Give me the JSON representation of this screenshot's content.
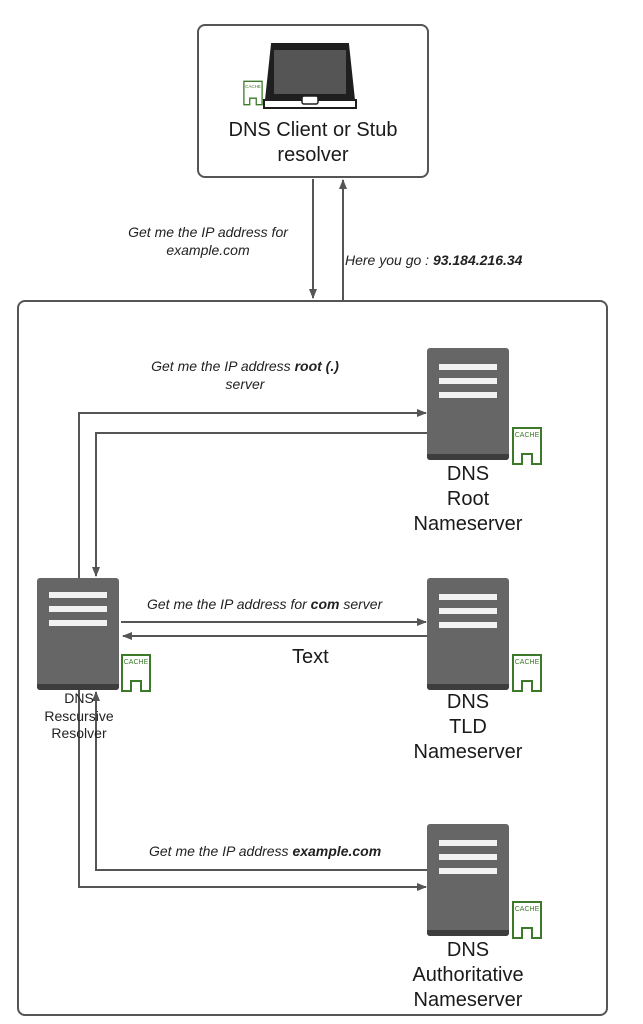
{
  "client": {
    "title_line1": "DNS Client or Stub",
    "title_line2": "resolver",
    "cache_label": "CACHE"
  },
  "messages": {
    "request_line1": "Get me the IP address for",
    "request_line2": "example.com",
    "response_prefix": "Here you go : ",
    "response_ip": "93.184.216.34"
  },
  "root_query": {
    "prefix": "Get me the IP address ",
    "bold": "root (.)",
    "line2": "server"
  },
  "tld_query": {
    "prefix": "Get me the IP address for ",
    "bold": "com",
    "suffix": " server",
    "reply": "Text"
  },
  "auth_query": {
    "prefix": "Get me the IP address ",
    "bold": "example.com"
  },
  "resolver": {
    "line1": "DNS",
    "line2": "Rescursive",
    "line3": "Resolver",
    "cache_label": "CACHE"
  },
  "root_server": {
    "line1": "DNS",
    "line2": "Root",
    "line3": "Nameserver",
    "cache_label": "CACHE"
  },
  "tld_server": {
    "line1": "DNS",
    "line2": "TLD",
    "line3": "Nameserver",
    "cache_label": "CACHE"
  },
  "auth_server": {
    "line1": "DNS",
    "line2": "Authoritative",
    "line3": "Nameserver",
    "cache_label": "CACHE"
  },
  "colors": {
    "server": "#666666",
    "cache_green": "#3c7a2a",
    "arrow": "#555555"
  }
}
